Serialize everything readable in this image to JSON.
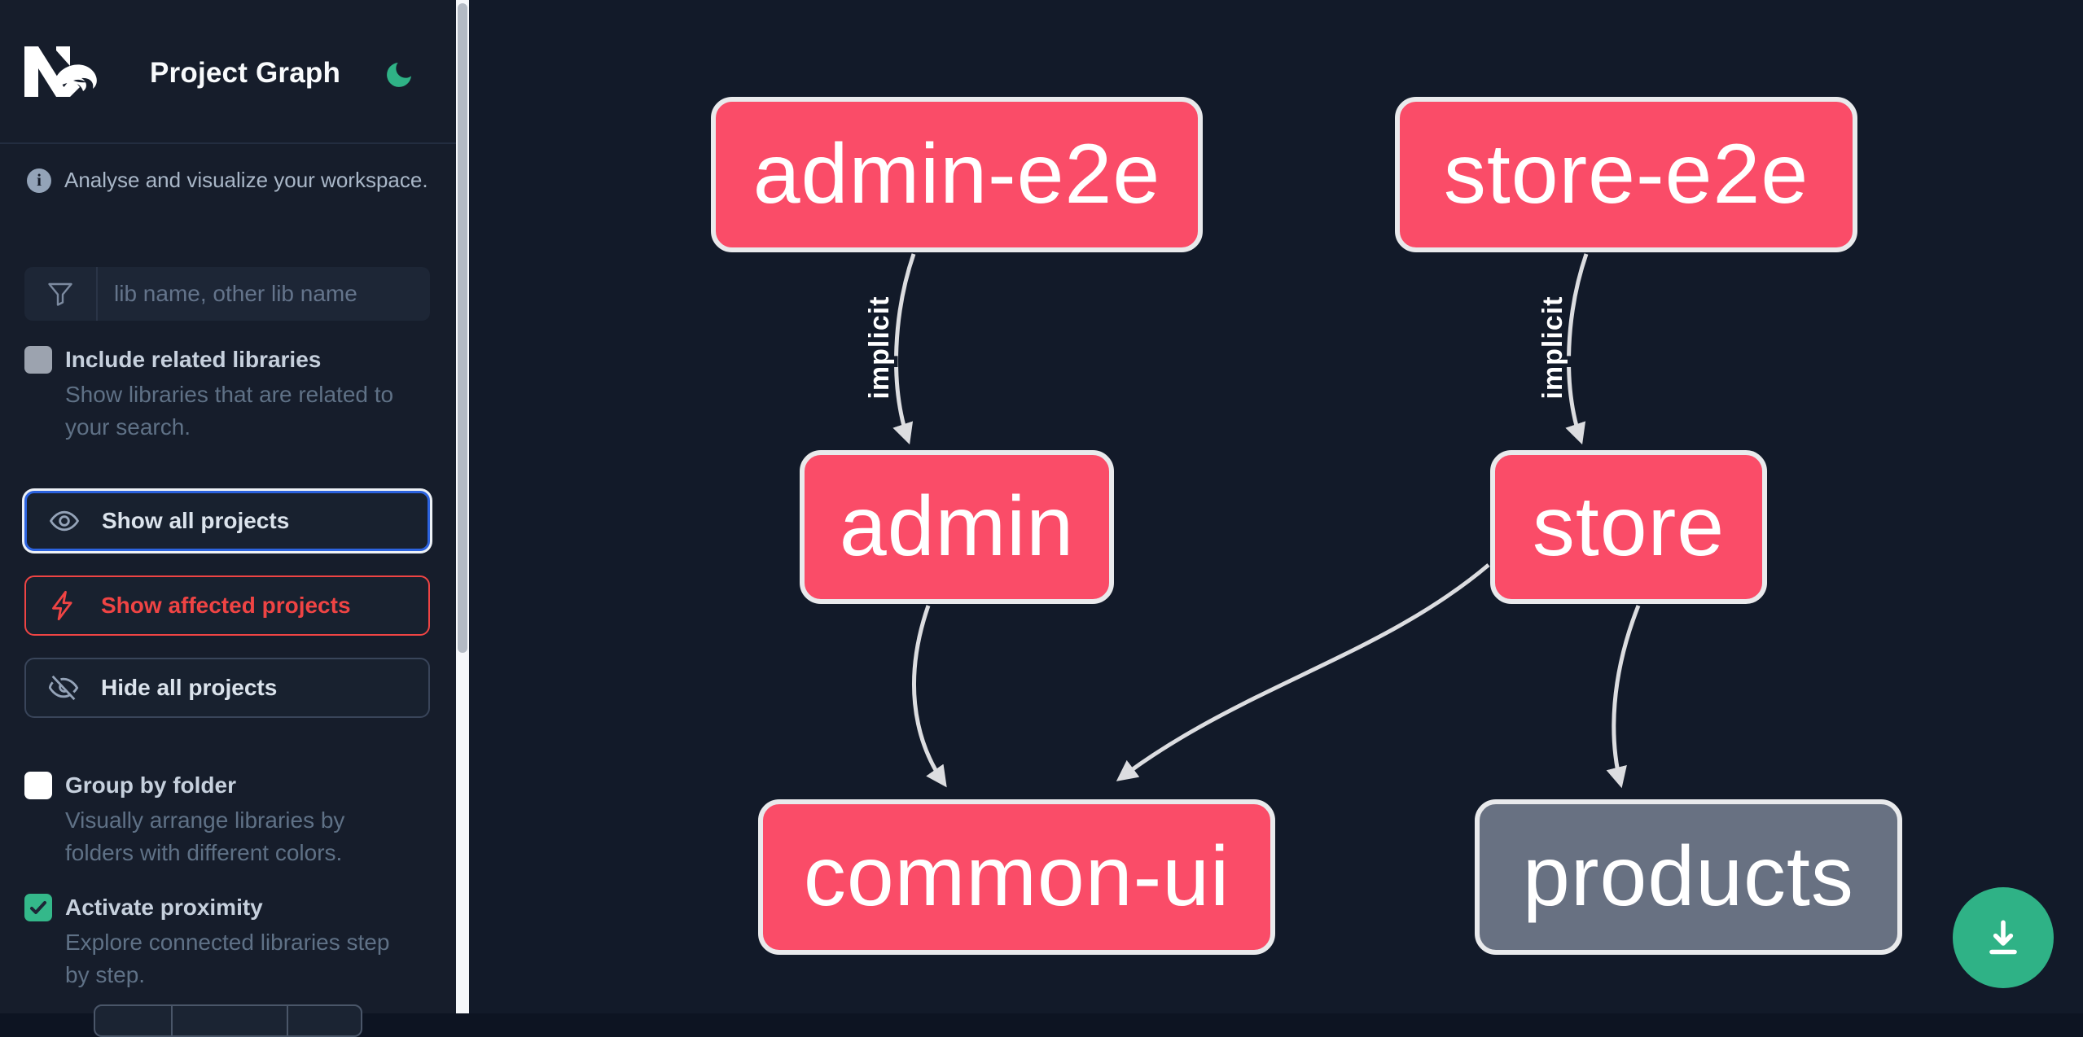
{
  "app": {
    "title": "Project Graph",
    "logo_icon": "nx-logo",
    "theme_icon": "moon-icon"
  },
  "sidebar": {
    "tagline": "Analyse and visualize your workspace.",
    "search": {
      "placeholder": "lib name, other lib name",
      "icon": "funnel-icon"
    },
    "toggles": [
      {
        "label": "Include related libraries",
        "description": "Show libraries that are related to your search.",
        "checked": false
      },
      {
        "label": "Group by folder",
        "description": "Visually arrange libraries by folders with different colors.",
        "checked": false
      },
      {
        "label": "Activate proximity",
        "description": "Explore connected libraries step by step.",
        "checked": true
      }
    ],
    "buttons": [
      {
        "label": "Show all projects",
        "icon": "eye-icon",
        "state": "focused"
      },
      {
        "label": "Show affected projects",
        "icon": "bolt-icon",
        "state": "affected"
      },
      {
        "label": "Hide all projects",
        "icon": "eye-slash-icon",
        "state": "default"
      }
    ]
  },
  "graph": {
    "nodes": [
      {
        "id": "admin-e2e",
        "label": "admin-e2e",
        "status": "affected"
      },
      {
        "id": "store-e2e",
        "label": "store-e2e",
        "status": "affected"
      },
      {
        "id": "admin",
        "label": "admin",
        "status": "affected"
      },
      {
        "id": "store",
        "label": "store",
        "status": "affected"
      },
      {
        "id": "common-ui",
        "label": "common-ui",
        "status": "affected"
      },
      {
        "id": "products",
        "label": "products",
        "status": "normal"
      }
    ],
    "edges": [
      {
        "source": "admin-e2e",
        "target": "admin",
        "label": "implicit"
      },
      {
        "source": "store-e2e",
        "target": "store",
        "label": "implicit"
      },
      {
        "source": "admin",
        "target": "common-ui",
        "label": ""
      },
      {
        "source": "store",
        "target": "common-ui",
        "label": ""
      },
      {
        "source": "store",
        "target": "products",
        "label": ""
      }
    ]
  },
  "fab": {
    "icon": "download-icon"
  },
  "colors": {
    "affected_node": "#fa4c68",
    "neutral_node": "#687182",
    "node_border": "#e9eaec",
    "edge": "#dcdde0",
    "accent_green": "#2fb286",
    "focus_blue": "#2c63df",
    "danger_red": "#ef4444",
    "sidebar_bg": "#161d2b",
    "canvas_bg": "#121a29"
  }
}
